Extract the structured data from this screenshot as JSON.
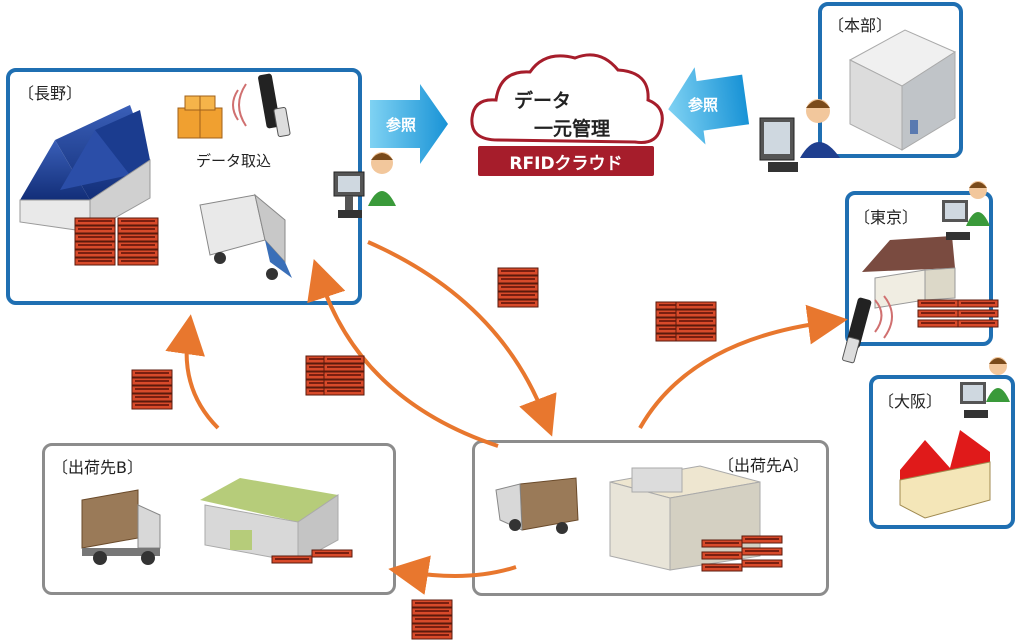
{
  "nodes": {
    "nagano": {
      "label": "〔長野〕",
      "caption": "データ取込"
    },
    "honbu": {
      "label": "〔本部〕"
    },
    "tokyo": {
      "label": "〔東京〕"
    },
    "osaka": {
      "label": "〔大阪〕"
    },
    "shukka_b": {
      "label": "〔出荷先B〕"
    },
    "shukka_a": {
      "label": "〔出荷先A〕"
    }
  },
  "cloud": {
    "title_line1": "データ",
    "title_line2": "一元管理",
    "banner": "RFIDクラウド"
  },
  "refer_left": "参照",
  "refer_right": "参照",
  "colors": {
    "blue_border": "#1f6fb2",
    "flow_arrow": "#e8772e",
    "cloud_red": "#a61d2b",
    "refer_arrow": "#29a9e0"
  }
}
